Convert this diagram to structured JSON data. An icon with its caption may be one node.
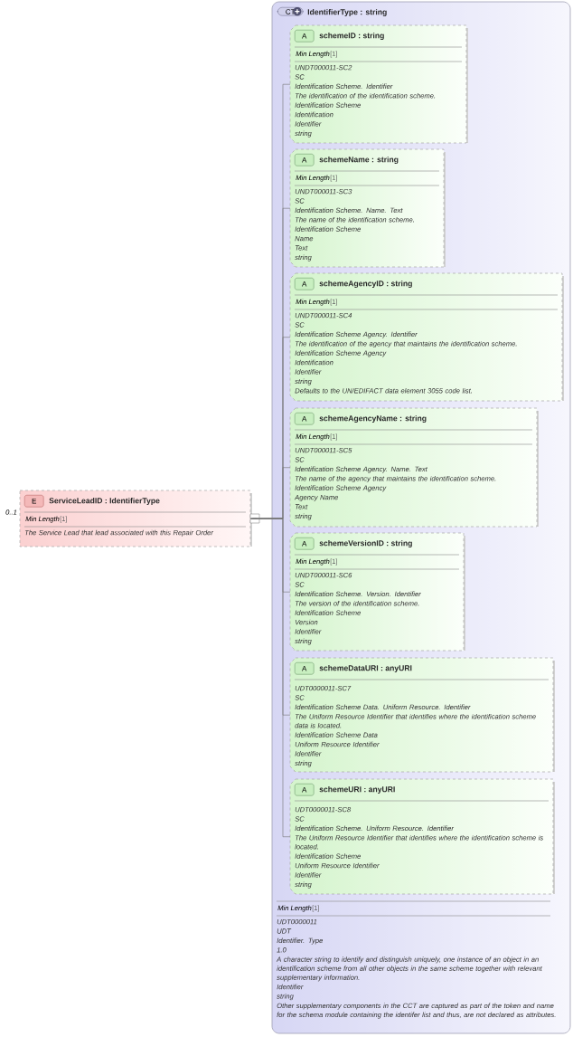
{
  "diagram": {
    "nodes": [
      {
        "text": [
          "E",
          "ServiceLeadID : IdentifierType",
          "Min Length",
          "[1]",
          "The Service Lead that lead associated with this Repair Order"
        ],
        "beside": [
          "0..1"
        ]
      },
      {
        "text": [
          "CT",
          "IdentifierType : string",
          "Min Length",
          "[1]",
          "UDT0000011",
          "UDT",
          "Identifier. Type",
          "1.0",
          "A character string to identify and distinguish uniquely, one instance of an object in an identification scheme from all other objects in the same scheme together with relevant supplementary information.",
          "Identifier",
          "string",
          "Other supplementary components in the CCT are captured as part of the token and name for the schema module containing the identifer list and thus, are not declared as attributes."
        ]
      },
      {
        "text": [
          "A",
          "schemeID : string",
          "Min Length",
          "[1]",
          "UNDT000011-SC2",
          "SC",
          "Identification Scheme. Identifier",
          "The identification of the identification scheme.",
          "Identification Scheme",
          "Identification",
          "Identifier",
          "string"
        ],
        "in": 1
      },
      {
        "text": [
          "A",
          "schemeName : string",
          "Min Length",
          "[1]",
          "UNDT000011-SC3",
          "SC",
          "Identification Scheme. Name. Text",
          "The name of the identification scheme.",
          "Identification Scheme",
          "Name",
          "Text",
          "string"
        ],
        "in": 1
      },
      {
        "text": [
          "A",
          "schemeAgencyID : string",
          "Min Length",
          "[1]",
          "UNDT000011-SC4",
          "SC",
          "Identification Scheme Agency. Identifier",
          "The identification of the agency that maintains the identification scheme.",
          "Identification Scheme Agency",
          "Identification",
          "Identifier",
          "string",
          "Defaults to the UN/EDIFACT data element 3055 code list."
        ],
        "in": 1
      },
      {
        "text": [
          "A",
          "schemeAgencyName : string",
          "Min Length",
          "[1]",
          "UNDT000011-SC5",
          "SC",
          "Identification Scheme Agency. Name. Text",
          "The name of the agency that maintains the identification scheme.",
          "Identification Scheme Agency",
          "Agency Name",
          "Text",
          "string"
        ],
        "in": 1
      },
      {
        "text": [
          "A",
          "schemeVersionID : string",
          "Min Length",
          "[1]",
          "UNDT000011-SC6",
          "SC",
          "Identification Scheme. Version. Identifier",
          "The version of the identification scheme.",
          "Identification Scheme",
          "Version",
          "Identifier",
          "string"
        ],
        "in": 1
      },
      {
        "text": [
          "A",
          "schemeDataURI : anyURI",
          "UDT0000011-SC7",
          "SC",
          "Identification Scheme Data. Uniform Resource. Identifier",
          "The Uniform Resource Identifier that identifies where the identification scheme data is located.",
          "Identification Scheme Data",
          "Uniform Resource Identifier",
          "Identifier",
          "string"
        ],
        "in": 1
      },
      {
        "text": [
          "A",
          "schemeURI : anyURI",
          "UDT0000011-SC8",
          "SC",
          "Identification Scheme. Uniform Resource. Identifier",
          "The Uniform Resource Identifier that identifies where the identification scheme is located.",
          "Identification Scheme",
          "Uniform Resource Identifier",
          "Identifier",
          "string"
        ],
        "in": 1
      }
    ],
    "edges": [
      {
        "from": 0,
        "to": 2,
        "arrow": "none"
      },
      {
        "from": 0,
        "to": 3,
        "arrow": "none"
      },
      {
        "from": 0,
        "to": 4,
        "arrow": "none"
      },
      {
        "from": 0,
        "to": 5,
        "arrow": "none"
      },
      {
        "from": 0,
        "to": 6,
        "arrow": "none"
      },
      {
        "from": 0,
        "to": 7,
        "arrow": "none"
      },
      {
        "from": 0,
        "to": 8,
        "arrow": "none"
      }
    ]
  }
}
